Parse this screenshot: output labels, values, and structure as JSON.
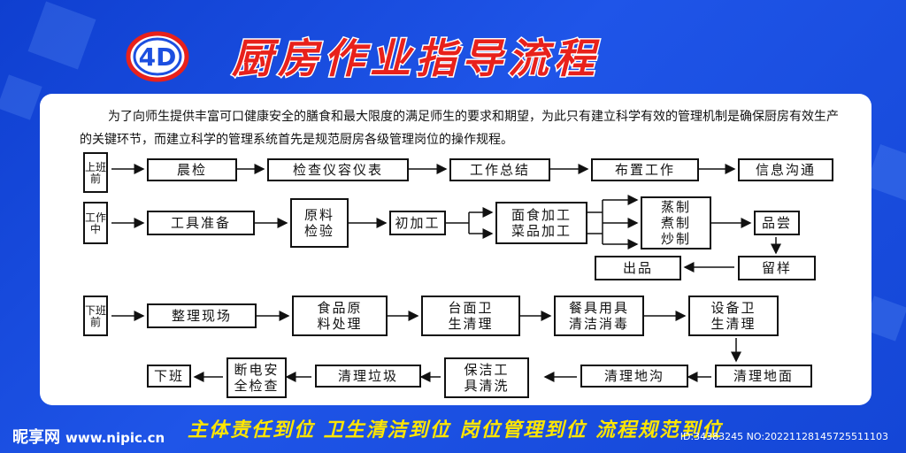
{
  "title": "厨房作业指导流程",
  "logo_text": "4D",
  "intro": "为了向师生提供丰富可口健康安全的膳食和最大限度的满足师生的要求和期望，为此只有建立科学有效的管理机制是确保厨房有效生产的关键环节，而建立科学的管理系统首先是规范厨房各级管理岗位的操作规程。",
  "row1": {
    "label": "上班前",
    "steps": [
      "晨检",
      "检查仪容仪表",
      "工作总结",
      "布置工作",
      "信息沟通"
    ]
  },
  "row2": {
    "label": "工作中",
    "steps": [
      "工具准备",
      "原料\n检验",
      "初加工",
      "面食加工\n菜品加工",
      "蒸制\n煮制\n炒制",
      "品尝",
      "留样",
      "出品"
    ]
  },
  "row3": {
    "label": "下班前",
    "steps": [
      "整理现场",
      "食品原\n料处理",
      "台面卫\n生清理",
      "餐具用具\n清洁消毒",
      "设备卫\n生清理",
      "清理地面",
      "清理地沟",
      "保洁工\n具清洗",
      "清理垃圾",
      "断电安\n全检查",
      "下班"
    ]
  },
  "slogan": "主体责任到位  卫生清洁到位  岗位管理到位  流程规范到位",
  "watermark": {
    "brand": "昵享网",
    "url": "www.nipic.cn"
  },
  "id_line": "ID:34383245 NO:20221128145725511103",
  "colors": {
    "background": "#1f55e8",
    "title": "#e8211b",
    "slogan": "#ffe600"
  }
}
